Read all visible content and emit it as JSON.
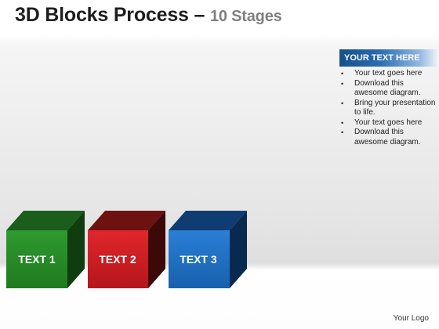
{
  "slide": {
    "title": "3D Blocks Process",
    "title_separator": "–",
    "subtitle": "10 Stages",
    "logo": "Your Logo"
  },
  "text_panel": {
    "header": "YOUR TEXT HERE",
    "bullets": [
      "Your text goes here",
      "Download this awesome diagram.",
      "Bring your presentation to life.",
      "Your text goes here",
      "Download this awesome diagram."
    ]
  },
  "blocks": [
    {
      "label": "TEXT 1",
      "color": "#d81f26",
      "top_color": "#7a1414",
      "side_color": "#3a0a0a",
      "label_color": "#ffffff"
    },
    {
      "label": "TEXT 2",
      "color": "#d81f26",
      "top_color": "#7a1414",
      "side_color": "#3a0a0a",
      "label_color": "#ffffff"
    },
    {
      "label": "TEXT 3",
      "color": "#1e6fc4",
      "top_color": "#0f3f78",
      "side_color": "#082a52",
      "label_color": "#ffffff"
    }
  ],
  "block_colors": {
    "green_front": "#2f8f2f",
    "green_top": "#1a5c1a",
    "green_side": "#0d3a0d"
  }
}
